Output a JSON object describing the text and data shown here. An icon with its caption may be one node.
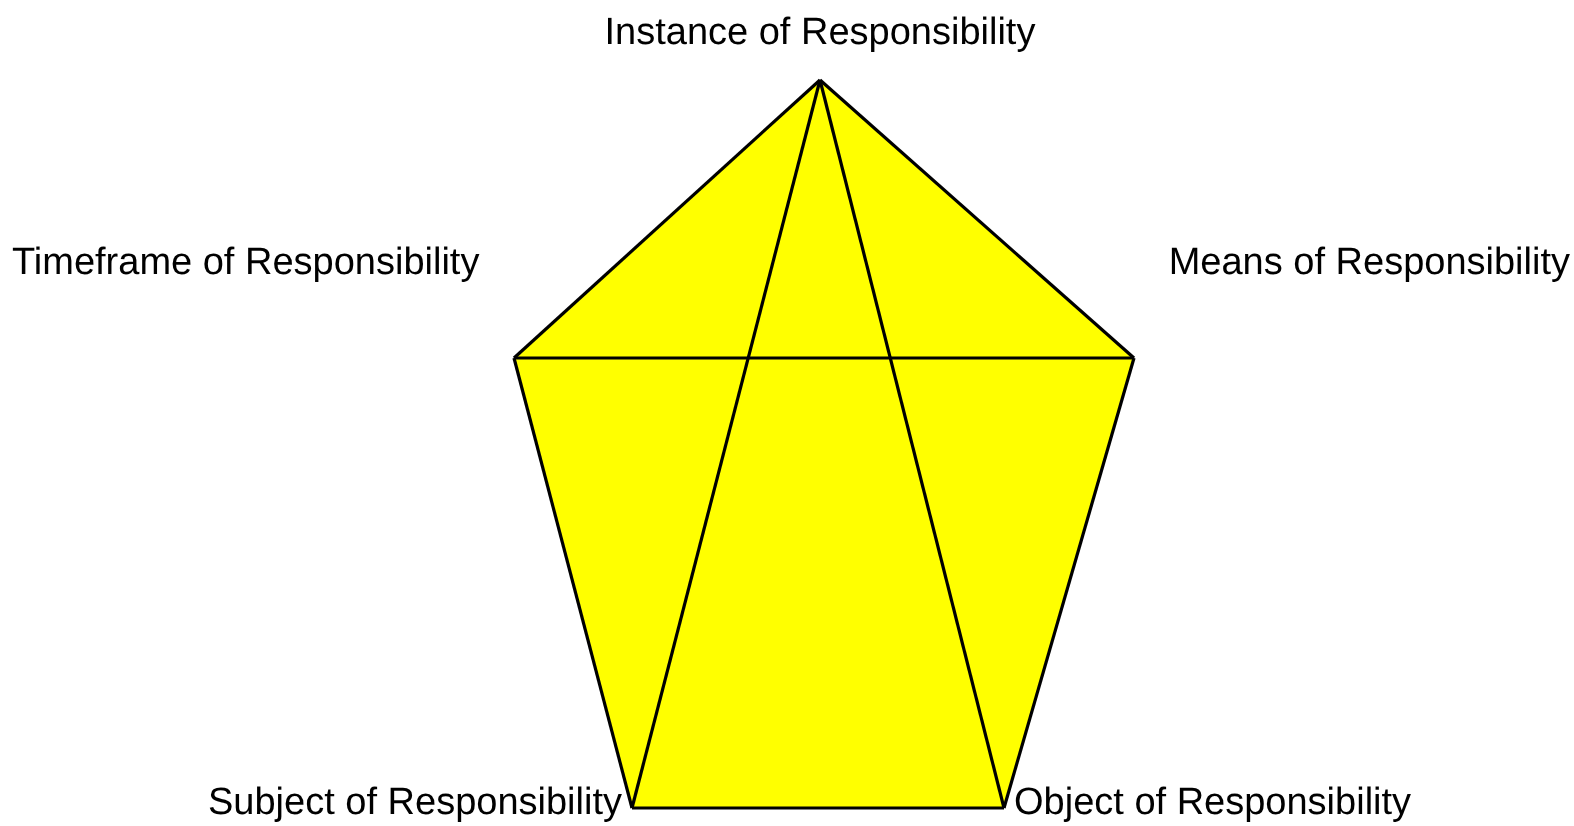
{
  "diagram": {
    "nodes": [
      {
        "text": [
          "Instance of Responsibility"
        ]
      },
      {
        "text": [
          "Timeframe of Responsibility"
        ]
      },
      {
        "text": [
          "Means of Responsibility"
        ]
      },
      {
        "text": [
          "Subject of Responsibility"
        ]
      },
      {
        "text": [
          "Object of Responsibility"
        ]
      }
    ],
    "edges": [
      {
        "from": 0,
        "to": 2,
        "arrow": "none"
      },
      {
        "from": 2,
        "to": 4,
        "arrow": "none"
      },
      {
        "from": 4,
        "to": 3,
        "arrow": "none"
      },
      {
        "from": 3,
        "to": 1,
        "arrow": "none"
      },
      {
        "from": 1,
        "to": 0,
        "arrow": "none"
      },
      {
        "from": 0,
        "to": 3,
        "arrow": "none"
      },
      {
        "from": 0,
        "to": 4,
        "arrow": "none"
      },
      {
        "from": 1,
        "to": 2,
        "arrow": "none"
      }
    ]
  }
}
